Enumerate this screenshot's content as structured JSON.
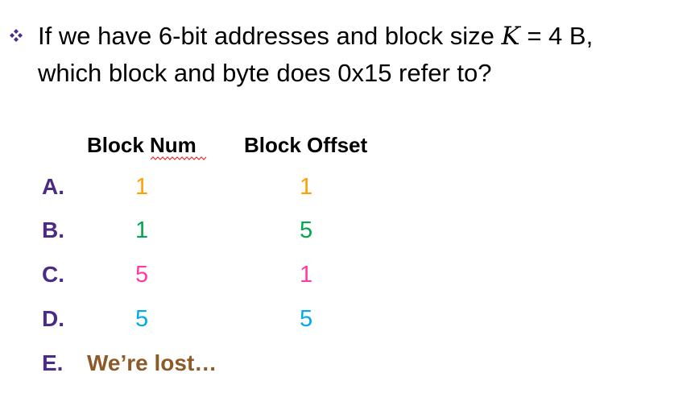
{
  "question": {
    "bullet_icon": "diamond-bullet-icon",
    "line1_prefix": "If we have 6-bit addresses and block size ",
    "variable": "K",
    "line1_suffix": " = 4 B,",
    "line2": "which block and byte does 0x15 refer to?"
  },
  "table": {
    "headers": [
      "Block Num",
      "Block Offset"
    ],
    "options": [
      {
        "letter": "A.",
        "block": "1",
        "offset": "1",
        "block_color": "#ffa000",
        "offset_color": "#ffa000"
      },
      {
        "letter": "B.",
        "block": "1",
        "offset": "5",
        "block_color": "#00a650",
        "offset_color": "#00a650"
      },
      {
        "letter": "C.",
        "block": "5",
        "offset": "1",
        "block_color": "#ff3aa8",
        "offset_color": "#ff3aa8"
      },
      {
        "letter": "D.",
        "block": "5",
        "offset": "5",
        "block_color": "#00aaee",
        "offset_color": "#00aaee"
      }
    ],
    "last_option": {
      "letter": "E.",
      "text": "We’re lost…"
    }
  },
  "colors": {
    "letters": "#4b2b84",
    "lost_text": "#8d5a28",
    "bullet": "#4b2b84"
  }
}
